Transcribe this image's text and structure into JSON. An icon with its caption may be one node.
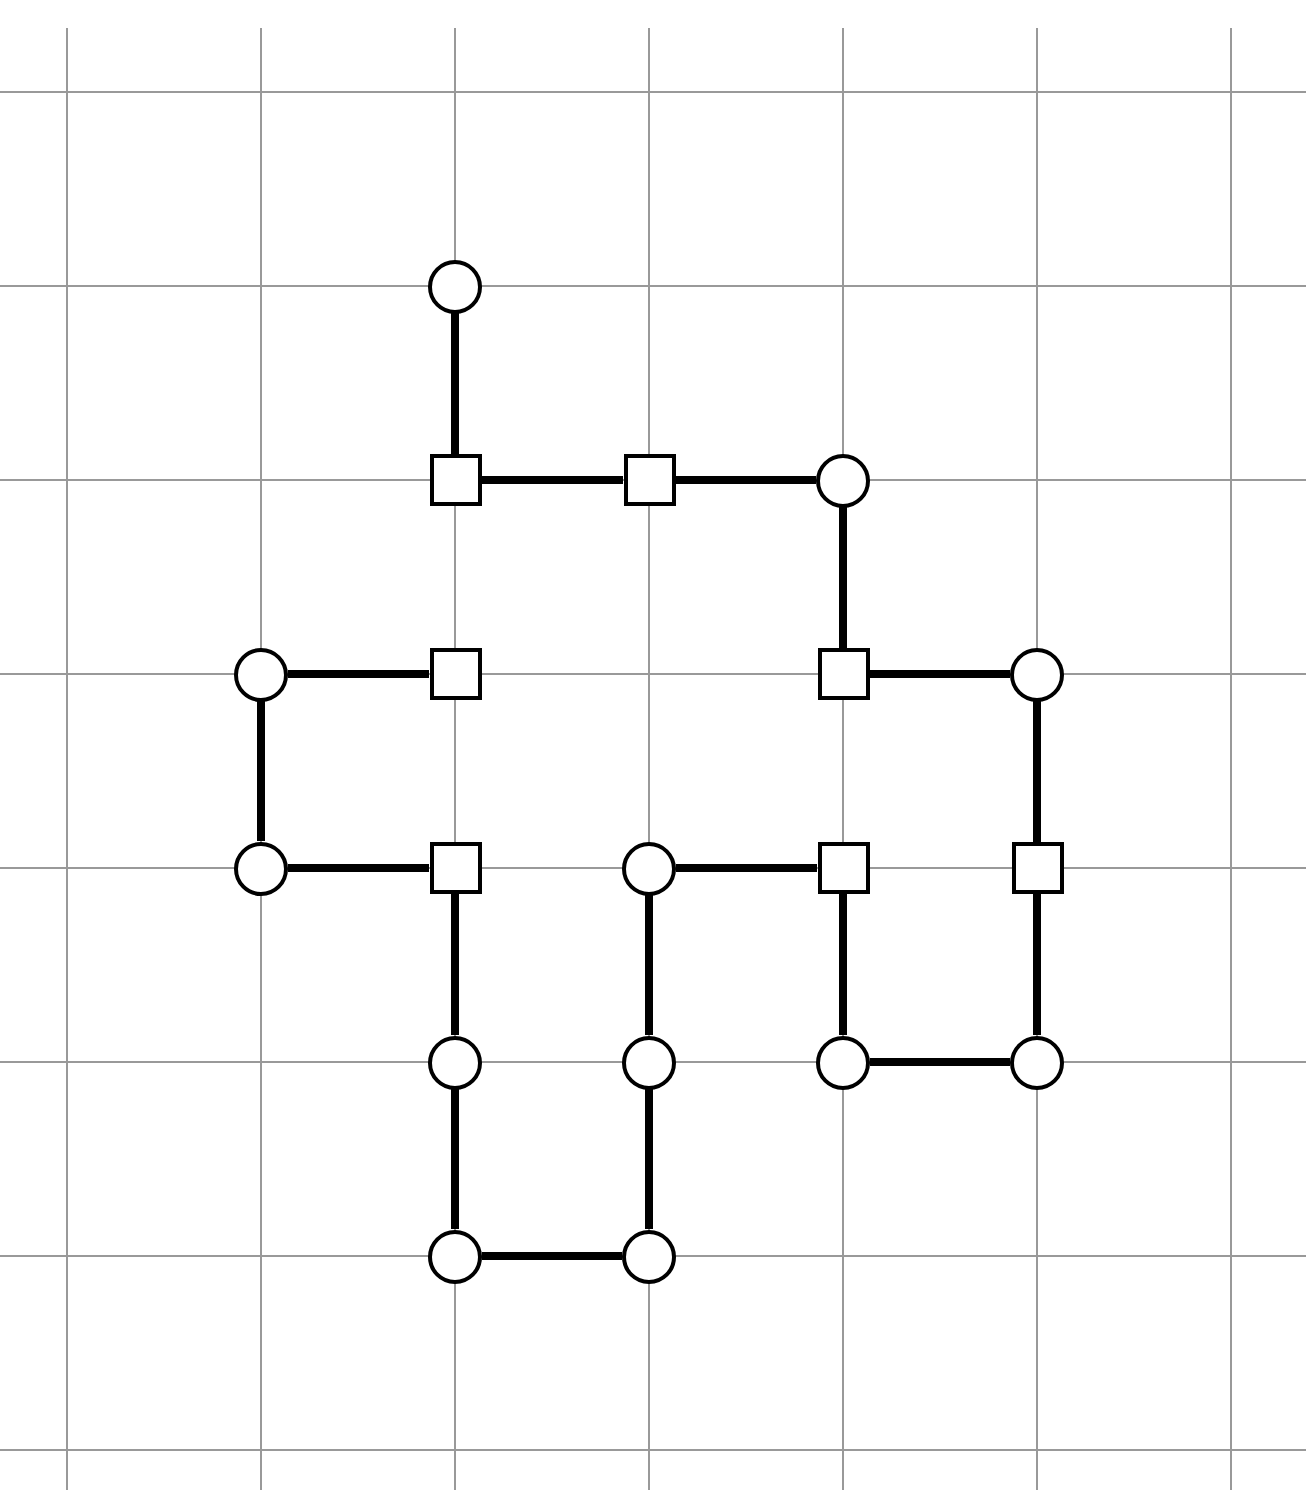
{
  "diagram": {
    "nodes": [
      {
        "text": [],
        "shape": "circle"
      },
      {
        "text": [],
        "shape": "box"
      },
      {
        "text": [],
        "shape": "box"
      },
      {
        "text": [],
        "shape": "circle"
      },
      {
        "text": [],
        "shape": "circle"
      },
      {
        "text": [],
        "shape": "box"
      },
      {
        "text": [],
        "shape": "box"
      },
      {
        "text": [],
        "shape": "circle"
      },
      {
        "text": [],
        "shape": "circle"
      },
      {
        "text": [],
        "shape": "box"
      },
      {
        "text": [],
        "shape": "circle"
      },
      {
        "text": [],
        "shape": "box"
      },
      {
        "text": [],
        "shape": "box"
      },
      {
        "text": [],
        "shape": "circle"
      },
      {
        "text": [],
        "shape": "circle"
      },
      {
        "text": [],
        "shape": "circle"
      },
      {
        "text": [],
        "shape": "circle"
      },
      {
        "text": [],
        "shape": "circle"
      },
      {
        "text": [],
        "shape": "circle"
      }
    ],
    "edges": [
      {
        "from": 0,
        "to": 1,
        "arrow": "none"
      },
      {
        "from": 1,
        "to": 2,
        "arrow": "none"
      },
      {
        "from": 2,
        "to": 3,
        "arrow": "none"
      },
      {
        "from": 3,
        "to": 6,
        "arrow": "none"
      },
      {
        "from": 6,
        "to": 7,
        "arrow": "none"
      },
      {
        "from": 7,
        "to": 12,
        "arrow": "none"
      },
      {
        "from": 12,
        "to": 16,
        "arrow": "none"
      },
      {
        "from": 16,
        "to": 15,
        "arrow": "none"
      },
      {
        "from": 15,
        "to": 11,
        "arrow": "none"
      },
      {
        "from": 11,
        "to": 10,
        "arrow": "none"
      },
      {
        "from": 10,
        "to": 14,
        "arrow": "none"
      },
      {
        "from": 14,
        "to": 18,
        "arrow": "none"
      },
      {
        "from": 18,
        "to": 17,
        "arrow": "none"
      },
      {
        "from": 17,
        "to": 13,
        "arrow": "none"
      },
      {
        "from": 13,
        "to": 9,
        "arrow": "none"
      },
      {
        "from": 9,
        "to": 8,
        "arrow": "none"
      },
      {
        "from": 8,
        "to": 4,
        "arrow": "none"
      },
      {
        "from": 4,
        "to": 5,
        "arrow": "none"
      }
    ]
  }
}
